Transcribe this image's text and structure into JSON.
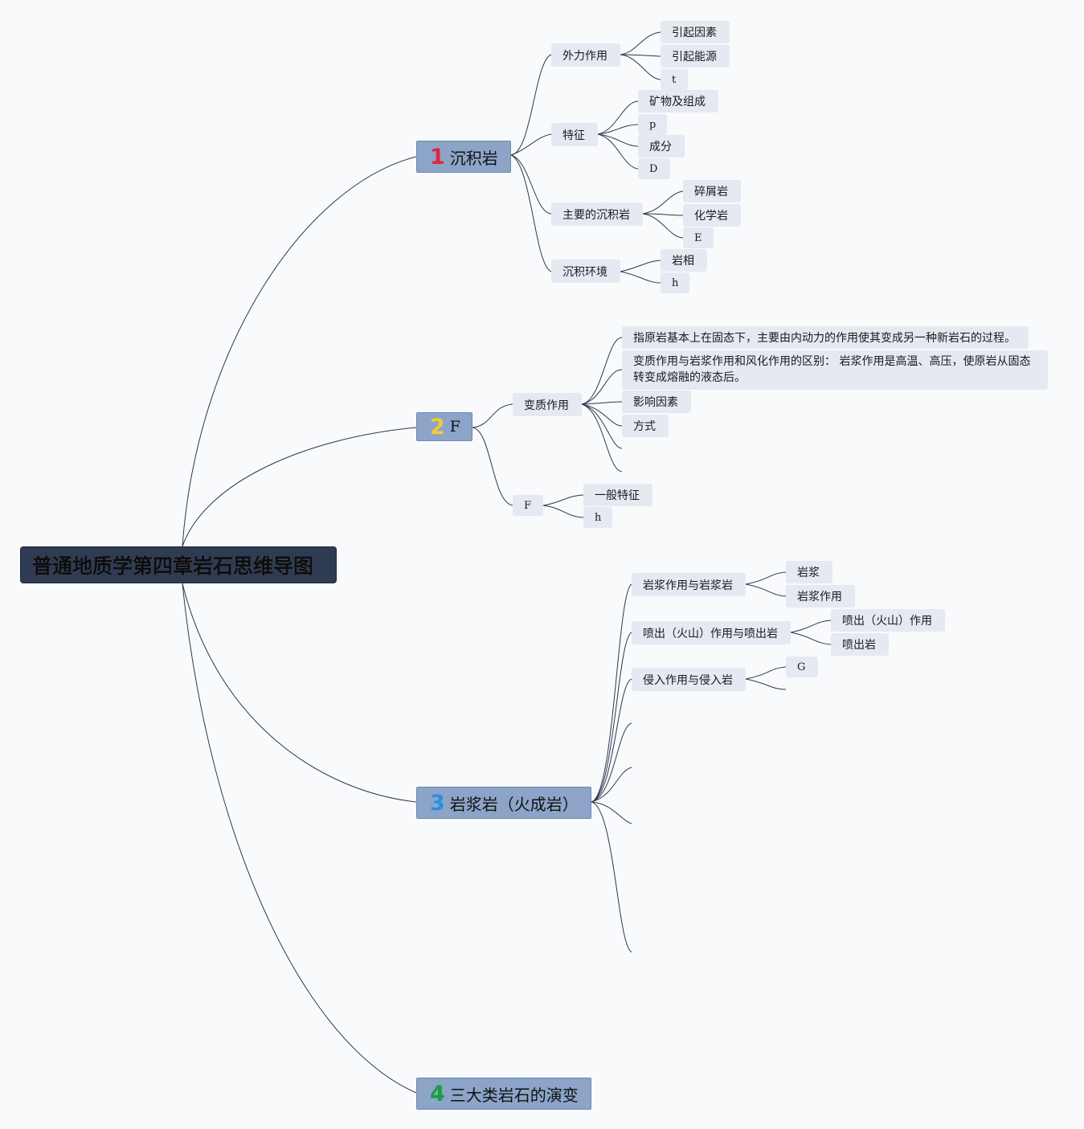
{
  "root": {
    "title": "普通地质学第四章岩石思维导图"
  },
  "branch1": {
    "num": "1",
    "num_color": "#e0263f",
    "label": "沉积岩",
    "waili": {
      "label": "外力作用",
      "c1": "引起因素",
      "c2": "引起能源",
      "c3": "t"
    },
    "tezheng": {
      "label": "特征",
      "c1": "矿物及组成",
      "c2": "p",
      "c3": "成分",
      "c4": "D"
    },
    "zhuyao": {
      "label": "主要的沉积岩",
      "c1": "碎屑岩",
      "c2": "化学岩",
      "c3": "E"
    },
    "huanjing": {
      "label": "沉积环境",
      "c1": "岩相",
      "c2": "h"
    }
  },
  "branch2": {
    "num": "2",
    "num_color": "#f3cb3a",
    "label": "F",
    "bianzhi": {
      "label": "变质作用",
      "c1": "指原岩基本上在固态下，主要由内动力的作用使其变成另一种新岩石的过程。",
      "c2": "变质作用与岩浆作用和风化作用的区别： 岩浆作用是高温、高压，使原岩从固态转变成熔融的液态后。",
      "c3": "影响因素",
      "c4": "方式"
    },
    "f": {
      "label": "F",
      "c1": "一般特征",
      "c2": "h"
    }
  },
  "branch3": {
    "num": "3",
    "num_color": "#2a8ee0",
    "label": "岩浆岩（火成岩）",
    "yanjiang": {
      "label": "岩浆作用与岩浆岩",
      "c1": "岩浆",
      "c2": "岩浆作用"
    },
    "penchu": {
      "label": "喷出（火山）作用与喷出岩",
      "c1": "喷出（火山）作用",
      "c2": "喷出岩"
    },
    "qinru": {
      "label": "侵入作用与侵入岩",
      "c1": "G"
    }
  },
  "branch4": {
    "num": "4",
    "num_color": "#1a9e3a",
    "label": "三大类岩石的演变"
  }
}
